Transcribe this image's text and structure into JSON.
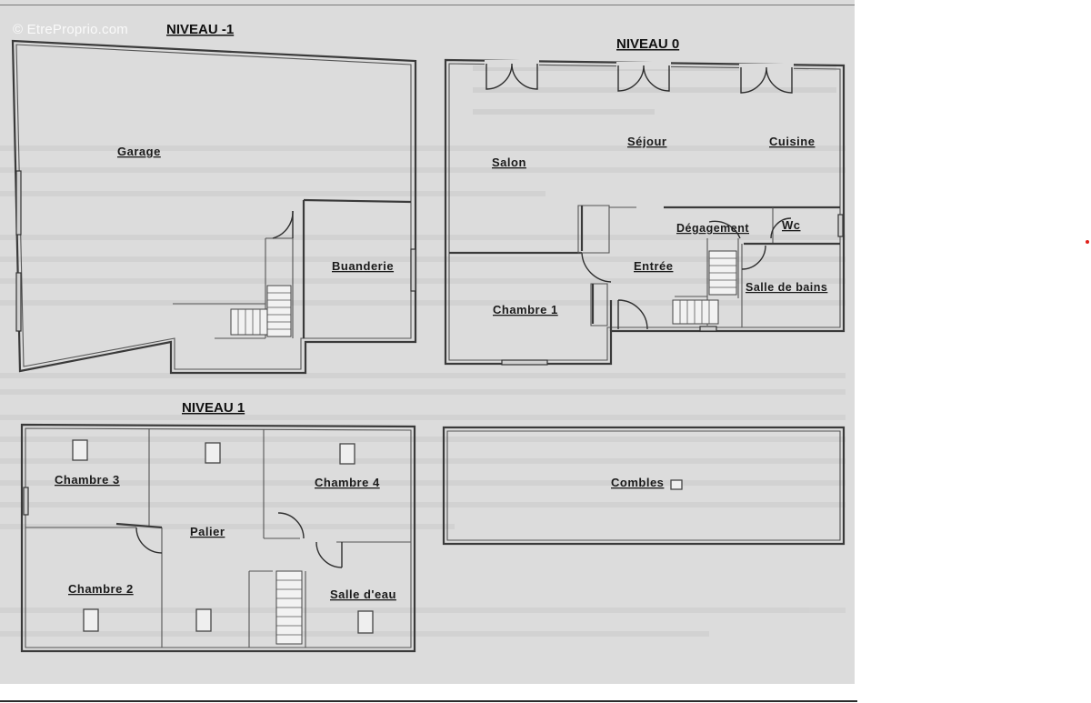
{
  "watermark": "© EtreProprio.com",
  "levels": {
    "niveau_m1": {
      "title": "NIVEAU -1",
      "rooms": {
        "garage": "Garage",
        "buanderie": "Buanderie"
      }
    },
    "niveau_0": {
      "title": "NIVEAU 0",
      "rooms": {
        "salon": "Salon",
        "sejour": "Séjour",
        "cuisine": "Cuisine",
        "degagement": "Dégagement",
        "wc": "Wc",
        "entree": "Entrée",
        "chambre1": "Chambre 1",
        "salle_de_bains": "Salle de bains"
      }
    },
    "niveau_1": {
      "title": "NIVEAU 1",
      "rooms": {
        "chambre3": "Chambre 3",
        "chambre4": "Chambre 4",
        "palier": "Palier",
        "chambre2": "Chambre 2",
        "salle_deau": "Salle d'eau"
      }
    },
    "combles": {
      "rooms": {
        "combles": "Combles"
      }
    }
  }
}
